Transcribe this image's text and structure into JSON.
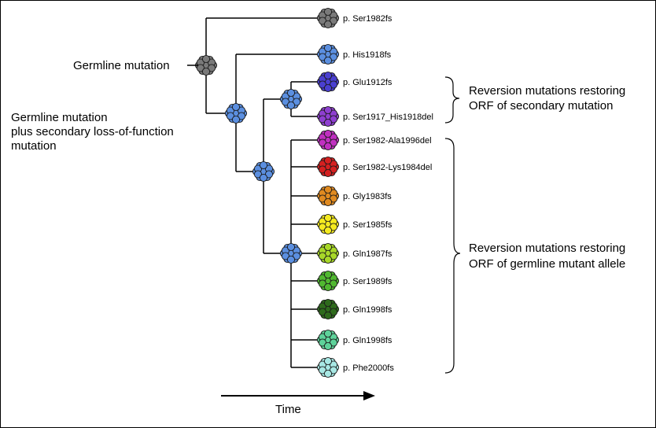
{
  "labels": {
    "germline": "Germline mutation",
    "secondary_line1": "Germline mutation",
    "secondary_line2": "plus secondary loss-of-function",
    "secondary_line3": "mutation",
    "reversion_secondary_line1": "Reversion mutations restoring",
    "reversion_secondary_line2": "ORF of secondary mutation",
    "reversion_germline_line1": "Reversion mutations restoring",
    "reversion_germline_line2": "ORF of germline mutant allele",
    "time": "Time"
  },
  "leaves": [
    {
      "label": "p. Ser1982fs",
      "color": "#7a7a7a"
    },
    {
      "label": "p. His1918fs",
      "color": "#5b8fe0"
    },
    {
      "label": "p. Glu1912fs",
      "color": "#4a3fd0"
    },
    {
      "label": "p. Ser1917_His1918del",
      "color": "#8e3fd0"
    },
    {
      "label": "p. Ser1982-Ala1996del",
      "color": "#c030c0"
    },
    {
      "label": "p. Ser1982-Lys1984del",
      "color": "#d42020"
    },
    {
      "label": "p. Gly1983fs",
      "color": "#e08a20"
    },
    {
      "label": "p. Ser1985fs",
      "color": "#f4ea20"
    },
    {
      "label": "p. Gln1987fs",
      "color": "#a8d828"
    },
    {
      "label": "p. Ser1989fs",
      "color": "#50b830"
    },
    {
      "label": "p. Gln1998fs",
      "color": "#2e6a1c"
    },
    {
      "label": "p. Gln1998fs",
      "color": "#5ed29a"
    },
    {
      "label": "p. Phe2000fs",
      "color": "#a8e8e4"
    }
  ],
  "nodes": {
    "germline_color": "#7a7a7a",
    "internal_color": "#5b8fe0"
  },
  "icons": {
    "cell_cluster": "cell-cluster-icon",
    "brace": "curly-brace",
    "arrow": "right-arrow"
  }
}
